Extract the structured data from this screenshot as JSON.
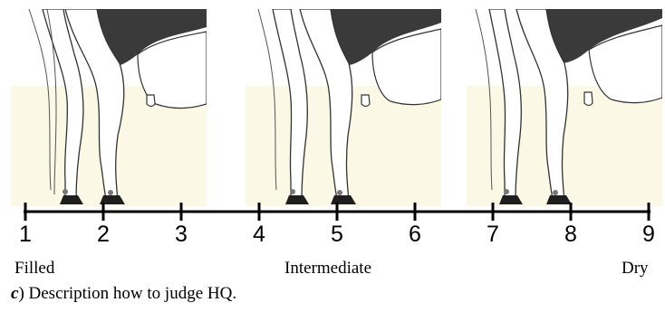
{
  "scale": {
    "ticks": [
      "1",
      "2",
      "3",
      "4",
      "5",
      "6",
      "7",
      "8",
      "9"
    ]
  },
  "panels": [
    {
      "state": "Filled"
    },
    {
      "state": "Intermediate"
    },
    {
      "state": "Dry"
    }
  ],
  "labels": {
    "filled": "Filled",
    "intermediate": "Intermediate",
    "dry": "Dry"
  },
  "caption": {
    "letter": "c",
    "text": ") Description how to judge HQ."
  },
  "colors": {
    "background": "#fbf8e6",
    "hide": "#3a3a3a",
    "hoof": "#1e1e1e",
    "outline": "#333333"
  }
}
